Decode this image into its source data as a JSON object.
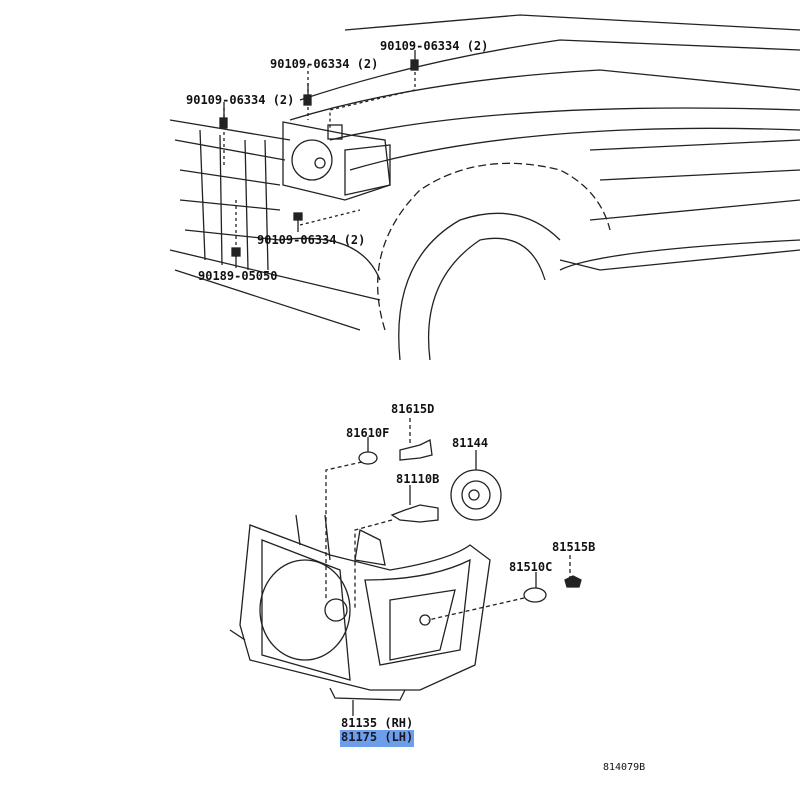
{
  "upper_labels": [
    "90109-06334 (2)",
    "90109-06334 (2)",
    "90109-06334 (2)",
    "90109-06334 (2)",
    "90189-05050"
  ],
  "lower_labels": {
    "bulb_81615": "81615D",
    "bulb_81610": "81610F",
    "cover_81144": "81144",
    "bulb_81110": "81110B",
    "socket_81515": "81515B",
    "bulb_81510": "81510C",
    "headlamp_rh": "81135 (RH)",
    "headlamp_lh": "81175 (LH)"
  },
  "figure_code": "814079B",
  "highlight_color": "#6d9eea"
}
